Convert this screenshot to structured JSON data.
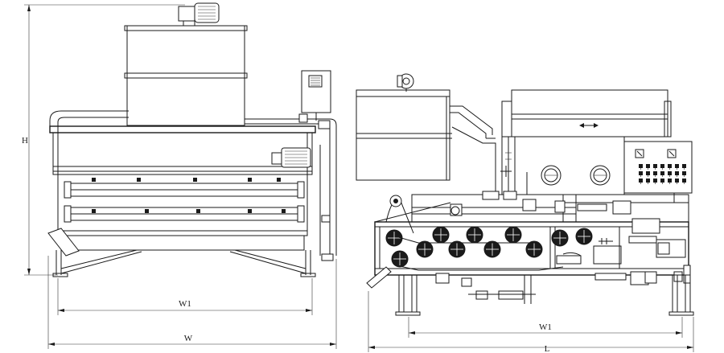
{
  "labels": {
    "h": "H",
    "w1_front": "W1",
    "w": "W",
    "w1_side": "W1",
    "l": "L"
  }
}
